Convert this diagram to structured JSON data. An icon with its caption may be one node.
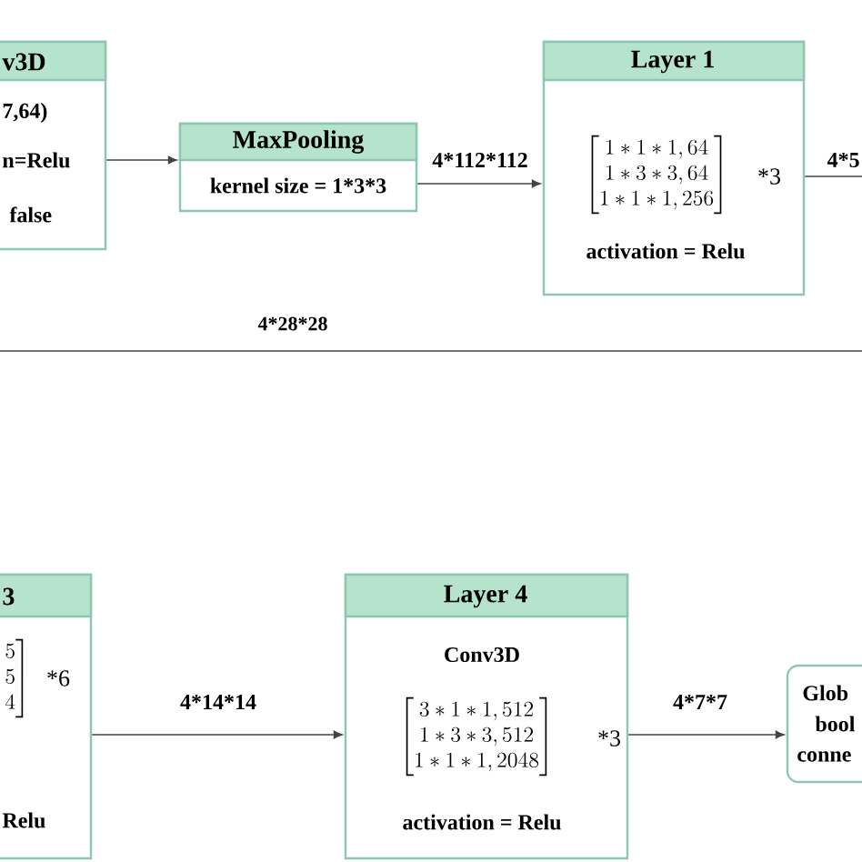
{
  "diagram": {
    "nodes": [
      {
        "text": [
          "v3D",
          "7,64)",
          "n=Relu",
          "false"
        ]
      },
      {
        "text": [
          "MaxPooling",
          "kernel size = 1*3*3"
        ]
      },
      {
        "text": [
          "Layer 1",
          "\\begin{bmatrix}1*1*1,64\\\\1*3*3,64\\\\1*1*1,256\\end{bmatrix}",
          "*3",
          "activation = Relu"
        ]
      },
      {
        "text": [
          "3",
          "\\left.\\begin{matrix}5\\\\5\\\\4\\end{matrix}\\right]",
          "*6",
          "Relu"
        ]
      },
      {
        "text": [
          "Layer 4",
          "Conv3D",
          "\\begin{bmatrix}3*1*1,512\\\\1*3*3,512\\\\1*1*1,2048\\end{bmatrix}",
          "*3",
          "activation = Relu"
        ]
      },
      {
        "text": [
          "Glob",
          "bool",
          "conne"
        ]
      }
    ],
    "edges": [
      {
        "from": 0,
        "to": 1,
        "arrow": "to"
      },
      {
        "from": 1,
        "to": 2,
        "arrow": "to",
        "label": "4*112*112"
      },
      {
        "from": 2,
        "to": null,
        "arrow": "none",
        "label": "4*5"
      },
      {
        "from": 3,
        "to": 4,
        "arrow": "to",
        "label": "4*14*14"
      },
      {
        "from": 4,
        "to": 5,
        "arrow": "to",
        "label": "4*7*7"
      }
    ],
    "labels": [
      "4*28*28"
    ]
  }
}
